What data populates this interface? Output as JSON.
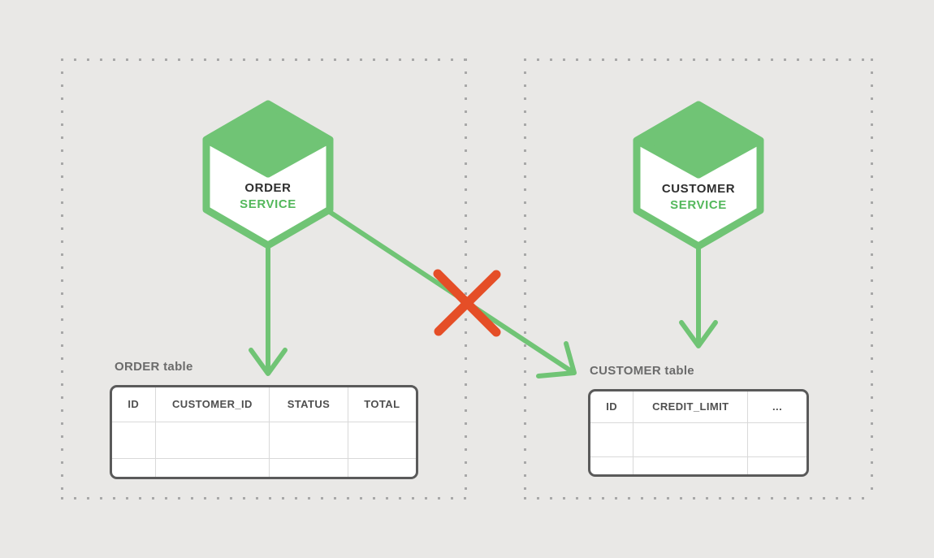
{
  "colors": {
    "background": "#e9e8e6",
    "green": "#70c475",
    "green_text": "#54b85c",
    "red_cross": "#e54e27",
    "dot_border": "#a8a8a8",
    "table_border": "#5a5a5a",
    "grid_line": "#d9d9d9",
    "dark_text": "#2e2e2e",
    "label_text": "#6b6b6b"
  },
  "left_boundary": {
    "service": {
      "name": "ORDER",
      "type": "SERVICE"
    },
    "table_label": "ORDER table",
    "table": {
      "columns": [
        "ID",
        "CUSTOMER_ID",
        "STATUS",
        "TOTAL"
      ],
      "empty_rows": 2
    }
  },
  "right_boundary": {
    "service": {
      "name": "CUSTOMER",
      "type": "SERVICE"
    },
    "table_label": "CUSTOMER table",
    "table": {
      "columns": [
        "ID",
        "CREDIT_LIMIT",
        "..."
      ],
      "empty_rows": 2
    }
  }
}
